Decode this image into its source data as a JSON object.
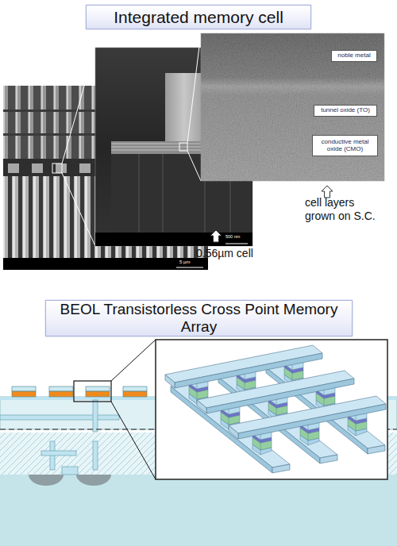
{
  "diagram": {
    "nodes": [
      {
        "text": [
          "Integrated memory cell"
        ]
      },
      {
        "text": [
          "noble metal"
        ]
      },
      {
        "text": [
          "tunnel oxide (TO)"
        ]
      },
      {
        "text": [
          "conductive metal oxide (CMO)"
        ]
      },
      {
        "text": [
          "BEOL Transistorless Cross Point Memory Array"
        ]
      }
    ],
    "labels": [
      "cell layers grown on S.C.",
      "0.56µm cell",
      "5 µm",
      "500 nm"
    ]
  }
}
